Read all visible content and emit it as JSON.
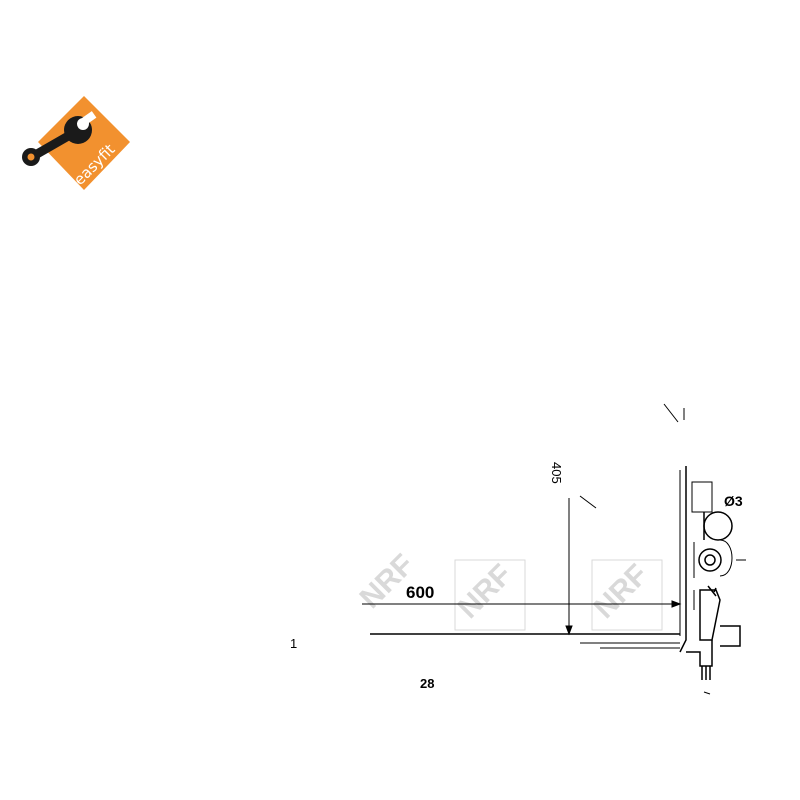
{
  "logo": {
    "brand_text": "easyfit",
    "color": "#f2912f",
    "icon": "wrench-icon"
  },
  "drawing": {
    "width_dimension": "600",
    "height_dimension": "405",
    "diameter_label": "Ø3",
    "minor_label_left": "1",
    "minor_label_bottom": "28",
    "watermark": "NRF",
    "line_color": "#000000",
    "watermark_color": "#d9d9d9"
  }
}
